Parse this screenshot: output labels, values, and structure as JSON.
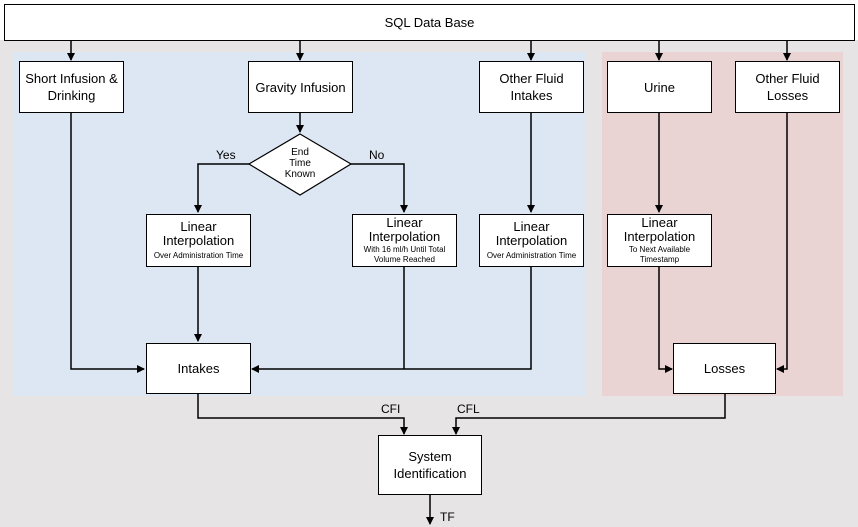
{
  "colors": {
    "outer_background": "#e6e4e4",
    "intakes_region": "#dce7f3",
    "losses_region": "#ead3d3",
    "box_fill": "#ffffff",
    "line": "#000000"
  },
  "nodes": {
    "sql_database": {
      "title": "SQL Data Base"
    },
    "short_infusion": {
      "title": "Short Infusion &\nDrinking"
    },
    "gravity_infusion": {
      "title": "Gravity Infusion"
    },
    "other_fluid_intakes": {
      "title": "Other Fluid\nIntakes"
    },
    "urine": {
      "title": "Urine"
    },
    "other_fluid_losses": {
      "title": "Other Fluid\nLosses"
    },
    "end_time_known": {
      "title": "End\nTime\nKnown"
    },
    "interp_admin_left": {
      "title": "Linear\nInterpolation",
      "subtitle": "Over Administration Time"
    },
    "interp_16ml": {
      "title": "Linear\nInterpolation",
      "subtitle": "With 16 ml/h Until Total\nVolume Reached"
    },
    "interp_admin_right": {
      "title": "Linear\nInterpolation",
      "subtitle": "Over Administration Time"
    },
    "interp_timestamp": {
      "title": "Linear\nInterpolation",
      "subtitle": "To Next Available\nTimestamp"
    },
    "intakes": {
      "title": "Intakes"
    },
    "losses": {
      "title": "Losses"
    },
    "system_identification": {
      "title": "System\nIdentification"
    }
  },
  "edge_labels": {
    "yes": "Yes",
    "no": "No",
    "cfi": "CFI",
    "cfl": "CFL",
    "tf": "TF"
  }
}
